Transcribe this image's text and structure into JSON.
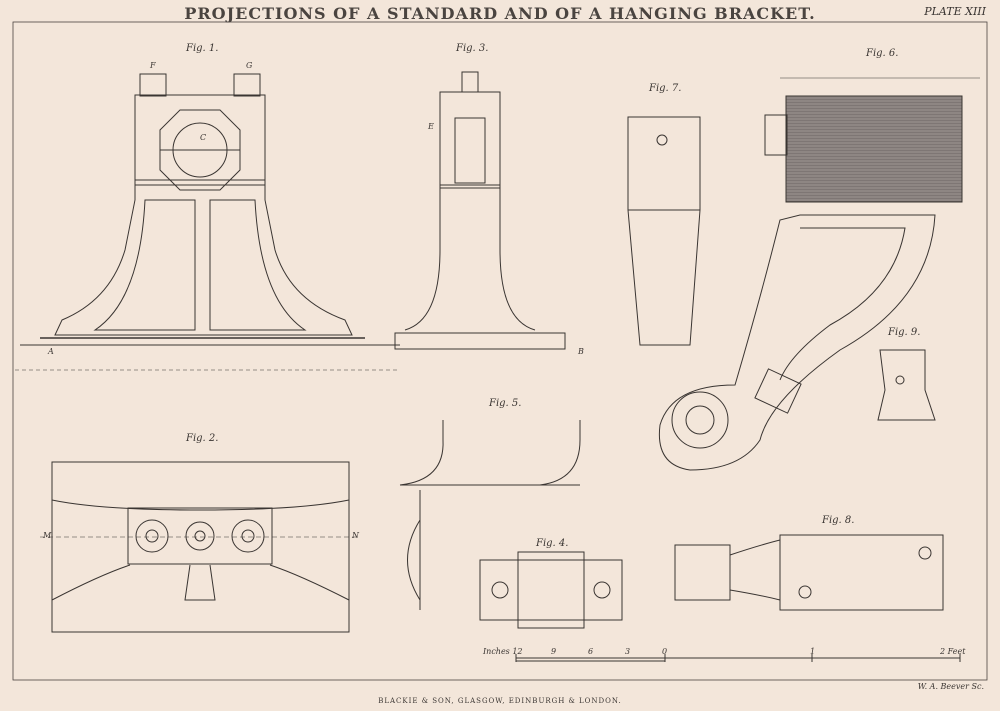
{
  "plate": {
    "title": "PROJECTIONS OF A STANDARD AND OF A HANGING BRACKET.",
    "plate_number": "PLATE XIII",
    "publisher": "BLACKIE & SON, GLASGOW, EDINBURGH & LONDON.",
    "engraver": "W. A. Beever Sc."
  },
  "figures": {
    "fig1": "Fig. 1.",
    "fig2": "Fig. 2.",
    "fig3": "Fig. 3.",
    "fig4": "Fig. 4.",
    "fig5": "Fig. 5.",
    "fig6": "Fig. 6.",
    "fig7": "Fig. 7.",
    "fig8": "Fig. 8.",
    "fig9": "Fig. 9."
  },
  "labels": {
    "a": "A",
    "b": "B",
    "m": "M",
    "n": "N",
    "f": "F",
    "g": "G",
    "c": "C",
    "e": "E"
  },
  "scale": {
    "inches_label": "Inches 12",
    "t9": "9",
    "t6": "6",
    "t3": "3",
    "t0": "0",
    "t1": "1",
    "t2": "2 Feet"
  },
  "colors": {
    "paper": "#f3e6da",
    "ink": "#3a3532",
    "shade": "#7d7573"
  }
}
